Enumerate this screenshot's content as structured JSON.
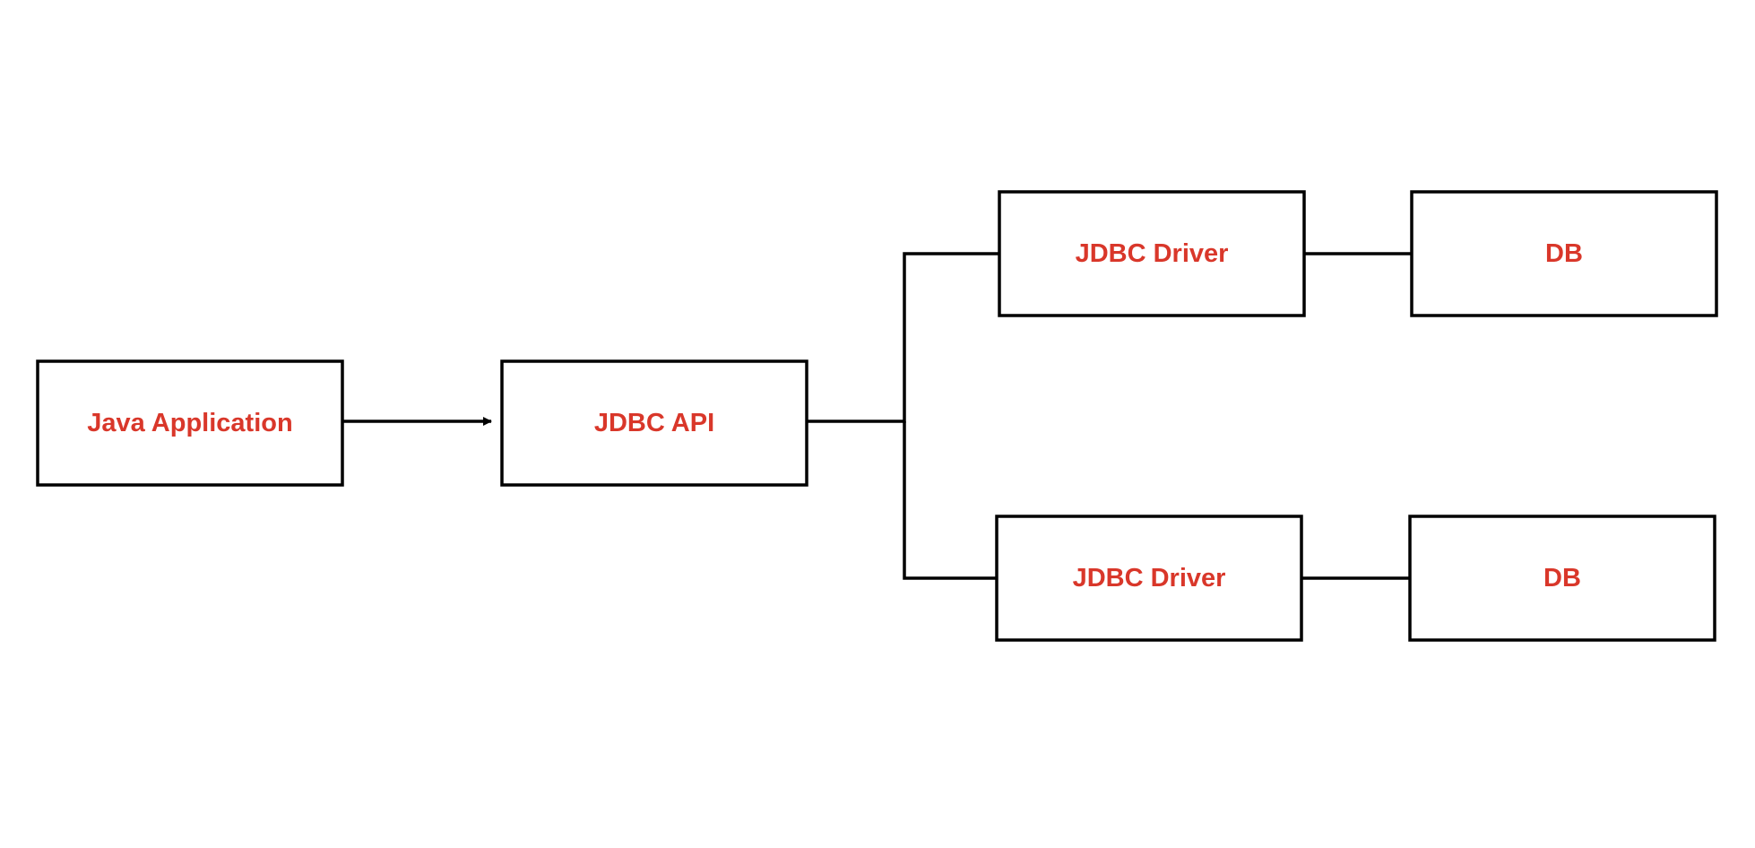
{
  "diagram": {
    "label_color": "#d9372a",
    "line_color": "#000000",
    "nodes": [
      {
        "id": "java-app",
        "label": "Java Application"
      },
      {
        "id": "jdbc-api",
        "label": "JDBC API"
      },
      {
        "id": "driver-1",
        "label": "JDBC Driver"
      },
      {
        "id": "db-1",
        "label": "DB"
      },
      {
        "id": "driver-2",
        "label": "JDBC Driver"
      },
      {
        "id": "db-2",
        "label": "DB"
      }
    ],
    "edges": [
      {
        "from": "java-app",
        "to": "jdbc-api",
        "arrow": true
      },
      {
        "from": "jdbc-api",
        "to": "driver-1",
        "arrow": false
      },
      {
        "from": "jdbc-api",
        "to": "driver-2",
        "arrow": false
      },
      {
        "from": "driver-1",
        "to": "db-1",
        "arrow": false
      },
      {
        "from": "driver-2",
        "to": "db-2",
        "arrow": false
      }
    ]
  }
}
